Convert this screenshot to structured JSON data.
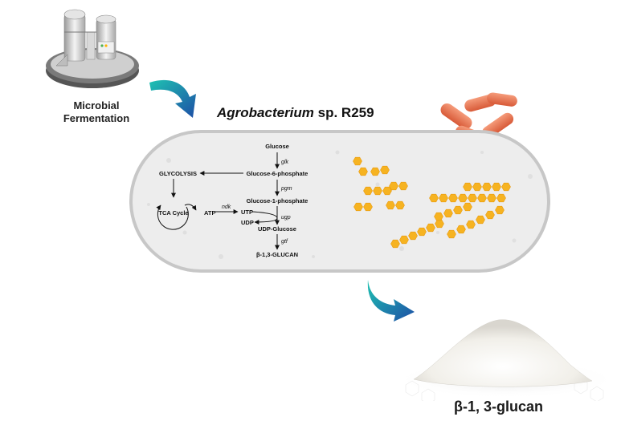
{
  "fermentation": {
    "label_line1": "Microbial",
    "label_line2": "Fermentation",
    "icon": "bioreactor-icon"
  },
  "organism": {
    "name_italic": "Agrobacterium",
    "name_rest": " sp. R259"
  },
  "pathway": {
    "glucose": "Glucose",
    "glk": "glk",
    "g6p": "Glucose-6-phosphate",
    "glycolysis": "GLYCOLYSIS",
    "pgm": "pgm",
    "g1p": "Glucose-1-phosphate",
    "tca": "TCA Cycle",
    "atp": "ATP",
    "ndk": "ndk",
    "utp": "UTP",
    "udp": "UDP",
    "ugp": "ugp",
    "udpglc": "UDP-Glucose",
    "gtf": "gtf",
    "glucan": "β-1,3-GLUCAN"
  },
  "product": {
    "label": "β-1, 3-glucan"
  },
  "colors": {
    "arrow_start": "#19b8b0",
    "arrow_end": "#1f4fa8",
    "cell_fill": "#ececec",
    "cell_border": "#c9c9c9",
    "hexagon": "#f5b324",
    "bacteria": "#e8704a"
  }
}
